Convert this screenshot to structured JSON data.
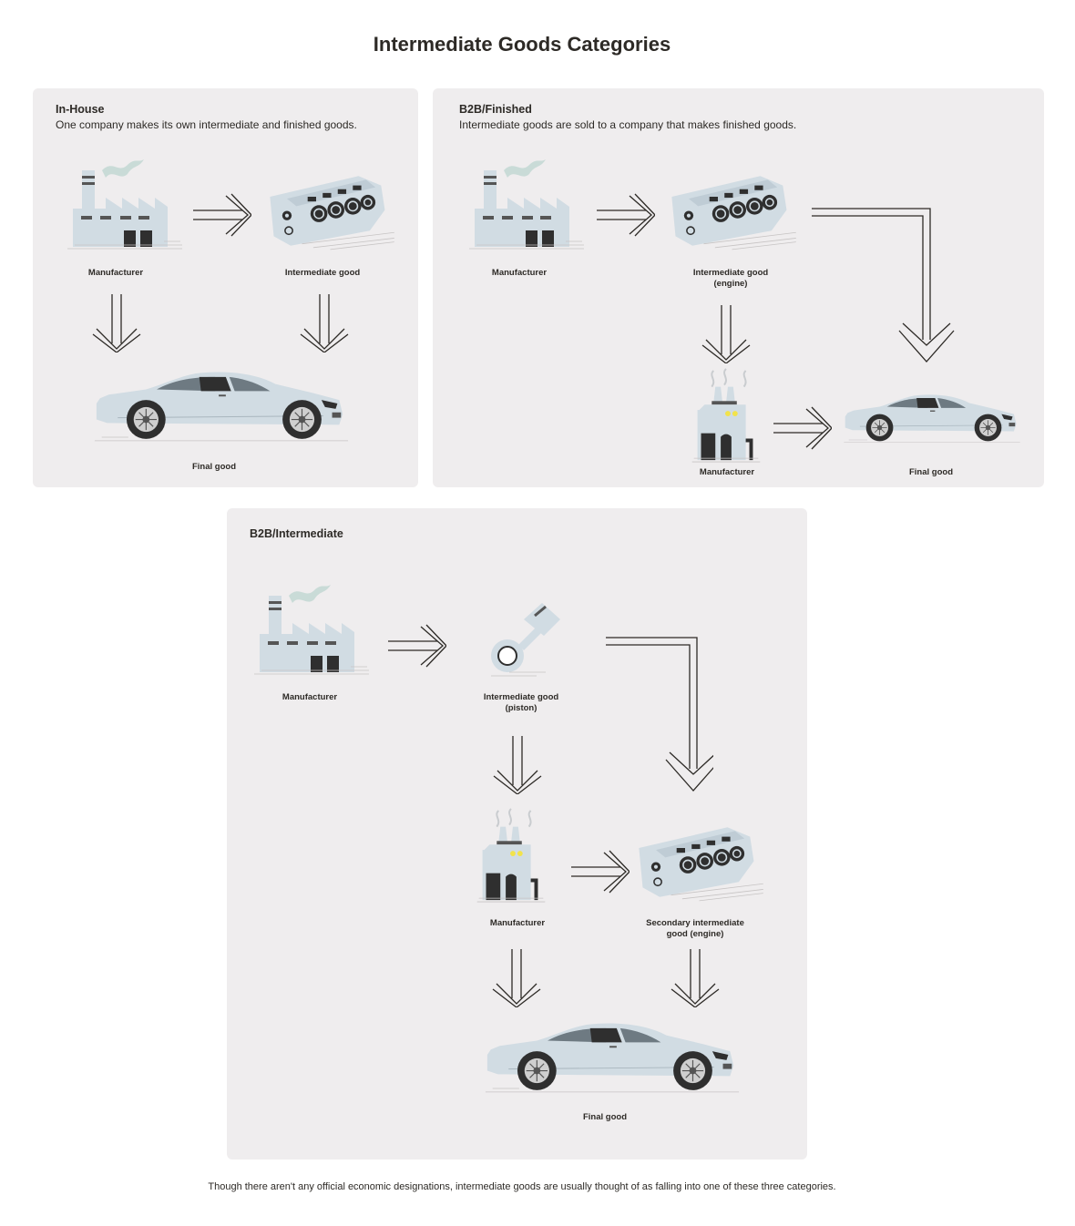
{
  "title": "Intermediate Goods Categories",
  "panels": {
    "in_house": {
      "heading": "In-House",
      "description": "One company makes its own intermediate and finished goods.",
      "labels": {
        "manufacturer": "Manufacturer",
        "intermediate": "Intermediate good",
        "final": "Final good"
      }
    },
    "b2b_finished": {
      "heading": "B2B/Finished",
      "description": "Intermediate goods are sold to a company that makes finished goods.",
      "labels": {
        "manufacturer": "Manufacturer",
        "intermediate_1": "Intermediate good",
        "intermediate_2": "(engine)",
        "manufacturer_2": "Manufacturer",
        "final": "Final good"
      }
    },
    "b2b_intermediate": {
      "heading": "B2B/Intermediate",
      "labels": {
        "manufacturer": "Manufacturer",
        "intermediate_1": "Intermediate good",
        "intermediate_2": "(piston)",
        "manufacturer_2": "Manufacturer",
        "secondary_1": "Secondary intermediate",
        "secondary_2": "good (engine)",
        "final": "Final good"
      }
    }
  },
  "caption": "Though there aren't any official economic designations, intermediate goods are usually thought of as falling into one of these three categories.",
  "colors": {
    "panel": "#efedee",
    "body": "#d1dce3",
    "dark": "#2f2f2f",
    "smoke": "#c9dbd7",
    "accent": "#f2e34b",
    "line": "#2d2a26"
  }
}
